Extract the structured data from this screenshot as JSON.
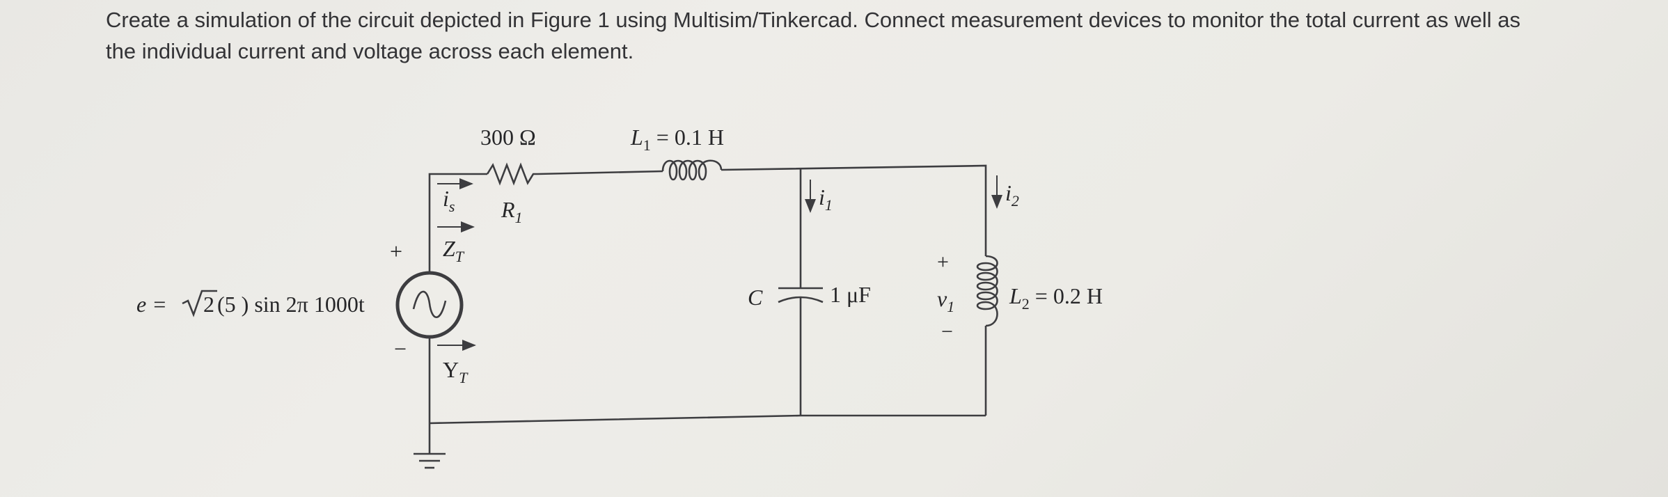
{
  "problem": {
    "line1": "Create a simulation of the circuit depicted in Figure 1 using Multisim/Tinkercad. Connect measurement devices to monitor the total current as well as",
    "line2": "the individual current and voltage across each element."
  },
  "circuit": {
    "source": {
      "equation_prefix": "e = ",
      "equation_root": "2",
      "equation_suffix": "(5 ) sin 2π 1000t",
      "plus": "+",
      "minus": "−"
    },
    "resistor": {
      "value": "300 Ω",
      "name": "R",
      "sub": "1"
    },
    "inductor1": {
      "name": "L",
      "sub": "1",
      "value": " = 0.1 H"
    },
    "capacitor": {
      "name": "C",
      "value": "1 μF"
    },
    "inductor2": {
      "name": "L",
      "sub": "2",
      "value": " = 0.2 H"
    },
    "annotations": {
      "is": "i",
      "is_sub": "s",
      "zt": "Z",
      "zt_sub": "T",
      "yt": "Y",
      "yt_sub": "T",
      "i1": "i",
      "i1_sub": "1",
      "i2": "i",
      "i2_sub": "2",
      "v1": "v",
      "v1_sub": "1",
      "v1_plus": "+",
      "v1_minus": "−"
    }
  }
}
